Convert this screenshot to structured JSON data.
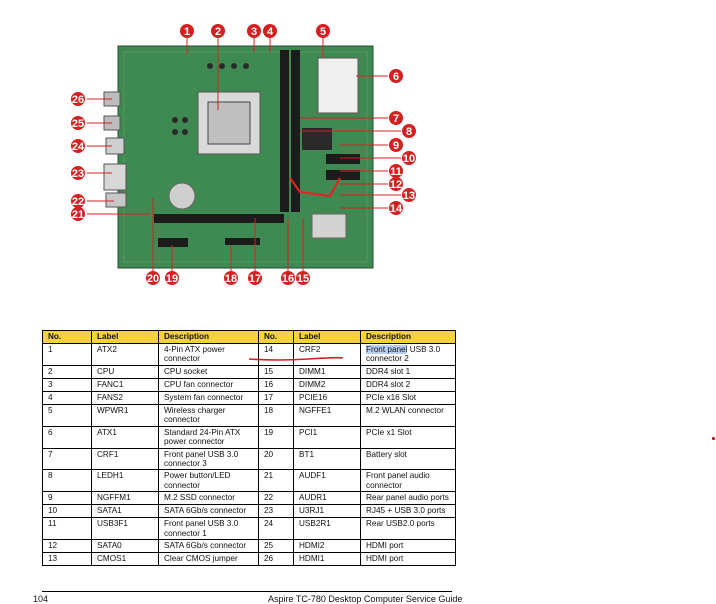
{
  "callouts": [
    "1",
    "2",
    "3",
    "4",
    "5",
    "6",
    "7",
    "8",
    "9",
    "10",
    "11",
    "12",
    "13",
    "14",
    "15",
    "16",
    "17",
    "18",
    "19",
    "20",
    "21",
    "22",
    "23",
    "24",
    "25",
    "26"
  ],
  "table": {
    "headers": [
      "No.",
      "Label",
      "Description",
      "No.",
      "Label",
      "Description"
    ],
    "rows": [
      [
        "1",
        "ATX2",
        "4-Pin ATX power connector",
        "14",
        "CRF2",
        "Front panel USB 3.0 connector 2"
      ],
      [
        "2",
        "CPU",
        "CPU socket",
        "15",
        "DIMM1",
        "DDR4 slot 1"
      ],
      [
        "3",
        "FANC1",
        "CPU fan connector",
        "16",
        "DIMM2",
        "DDR4 slot 2"
      ],
      [
        "4",
        "FANS2",
        "System fan connector",
        "17",
        "PCIE16",
        "PCIe x16 Slot"
      ],
      [
        "5",
        "WPWR1",
        "Wireless charger connector",
        "18",
        "NGFFE1",
        "M.2 WLAN connector"
      ],
      [
        "6",
        "ATX1",
        "Standard 24-Pin ATX power connector",
        "19",
        "PCI1",
        "PCIe x1 Slot"
      ],
      [
        "7",
        "CRF1",
        "Front panel USB 3.0 connector 3",
        "20",
        "BT1",
        "Battery slot"
      ],
      [
        "8",
        "LEDH1",
        "Power button/LED connector",
        "21",
        "AUDF1",
        "Front panel audio connector"
      ],
      [
        "9",
        "NGFFM1",
        "M.2 SSD connector",
        "22",
        "AUDR1",
        "Rear panel audio ports"
      ],
      [
        "10",
        "SATA1",
        "SATA 6Gb/s connector",
        "23",
        "U3RJ1",
        "RJ45 + USB 3.0 ports"
      ],
      [
        "11",
        "USB3F1",
        "Front panel USB 3.0 connector 1",
        "24",
        "USB2R1",
        "Rear USB2.0 ports"
      ],
      [
        "12",
        "SATA0",
        "SATA 6Gb/s connector",
        "25",
        "HDMI2",
        "HDMI port"
      ],
      [
        "13",
        "CMOS1",
        "Clear CMOS jumper",
        "26",
        "HDMI1",
        "HDMI port"
      ]
    ],
    "highlight_text": "Front panel"
  },
  "footer": {
    "page_number": "104",
    "title": "Aspire TC-780 Desktop Computer Service Guide"
  },
  "colors": {
    "callout": "#d42020",
    "header_bg": "#f4d33a",
    "pcb": "#3f8a52",
    "highlight": "#b7cff5"
  }
}
